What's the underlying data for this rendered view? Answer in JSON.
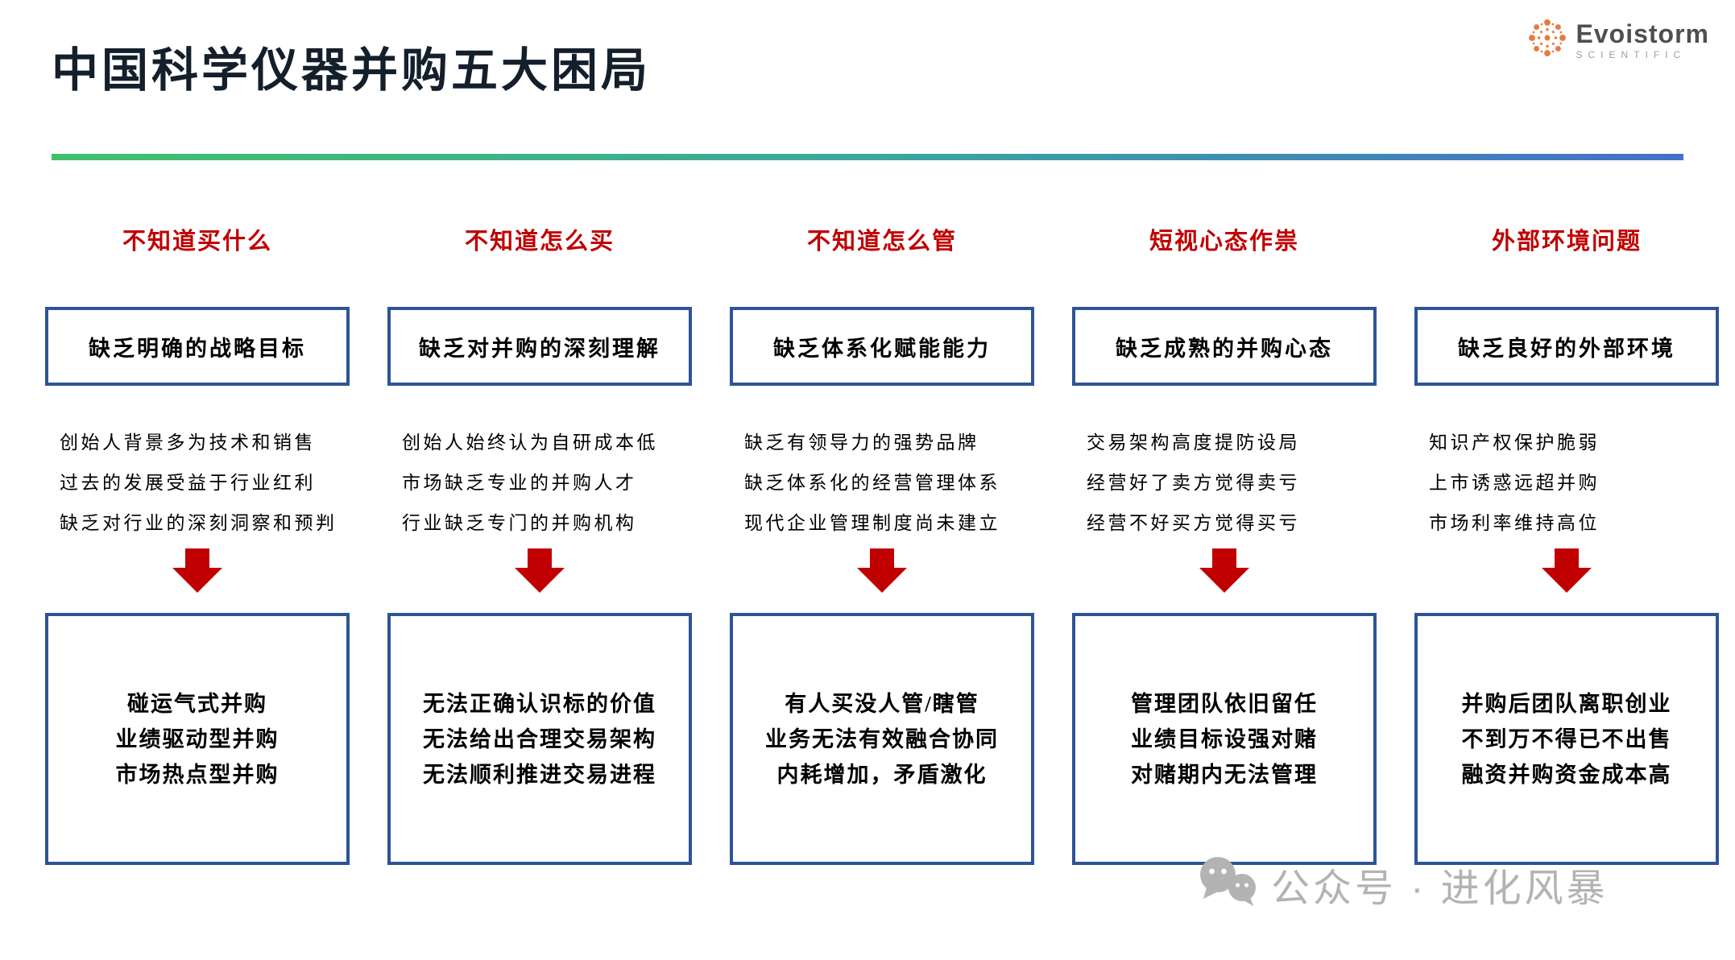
{
  "page": {
    "title": "中国科学仪器并购五大困局"
  },
  "logo": {
    "name": "Evoistorm",
    "subtitle": "SCIENTIFIC"
  },
  "columns": [
    {
      "header": "不知道买什么",
      "box_title": "缺乏明确的战略目标",
      "bullets": [
        "创始人背景多为技术和销售",
        "过去的发展受益于行业红利",
        "缺乏对行业的深刻洞察和预判"
      ],
      "results": [
        "碰运气式并购",
        "业绩驱动型并购",
        "市场热点型并购"
      ]
    },
    {
      "header": "不知道怎么买",
      "box_title": "缺乏对并购的深刻理解",
      "bullets": [
        "创始人始终认为自研成本低",
        "市场缺乏专业的并购人才",
        "行业缺乏专门的并购机构"
      ],
      "results": [
        "无法正确认识标的价值",
        "无法给出合理交易架构",
        "无法顺利推进交易进程"
      ]
    },
    {
      "header": "不知道怎么管",
      "box_title": "缺乏体系化赋能能力",
      "bullets": [
        "缺乏有领导力的强势品牌",
        "缺乏体系化的经营管理体系",
        "现代企业管理制度尚未建立"
      ],
      "results": [
        "有人买没人管/瞎管",
        "业务无法有效融合协同",
        "内耗增加，矛盾激化"
      ]
    },
    {
      "header": "短视心态作祟",
      "box_title": "缺乏成熟的并购心态",
      "bullets": [
        "交易架构高度提防设局",
        "经营好了卖方觉得卖亏",
        "经营不好买方觉得买亏"
      ],
      "results": [
        "管理团队依旧留任",
        "业绩目标设强对赌",
        "对赌期内无法管理"
      ]
    },
    {
      "header": "外部环境问题",
      "box_title": "缺乏良好的外部环境",
      "bullets": [
        "知识产权保护脆弱",
        "上市诱惑远超并购",
        "市场利率维持高位"
      ],
      "results": [
        "并购后团队离职创业",
        "不到万不得已不出售",
        "融资并购资金成本高"
      ]
    }
  ],
  "watermark": {
    "text": "公众号 · 进化风暴"
  },
  "colors": {
    "accent_red": "#c00000",
    "box_border_blue": "#2e5496",
    "title_color": "#141f2c",
    "gradient_start": "#42c06c",
    "gradient_mid": "#3aa89d",
    "gradient_end": "#4470c9",
    "logo_orange": "#e87a3e",
    "watermark_gray": "#b3b3b3"
  }
}
